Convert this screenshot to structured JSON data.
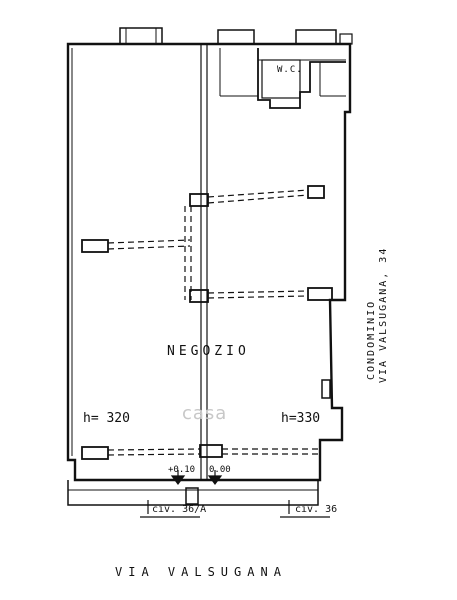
{
  "plan": {
    "room_label": "NEGOZIO",
    "height_left": "h= 320",
    "height_right": "h=330",
    "wc_label": "W.C.",
    "level_left": "+0.10",
    "level_right": "0.00",
    "civic_left": "civ. 36/A",
    "civic_right": "civ. 36",
    "street_name": "VIA   VALSUGANA",
    "condo_line1": "CONDOMINIO",
    "condo_line2": "VIA VALSUGANA, 34",
    "watermark": "casa"
  },
  "colors": {
    "ink": "#111111",
    "paper": "#ffffff",
    "watermark": "#c8c8c8"
  }
}
